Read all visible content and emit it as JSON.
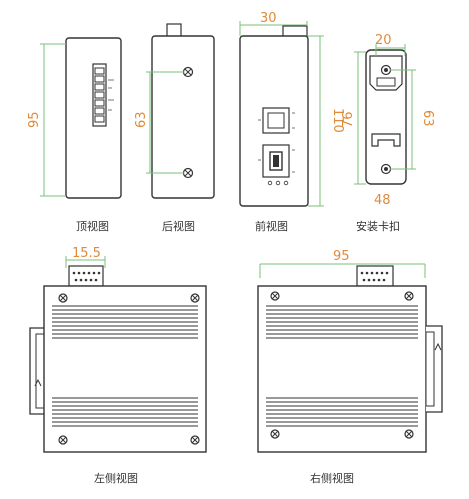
{
  "captions": {
    "top": "顶视图",
    "back": "后视图",
    "front": "前视图",
    "clip": "安装卡扣",
    "left": "左侧视图",
    "right": "右侧视图"
  },
  "dims": {
    "top_height": "95",
    "back_height": "63",
    "front_width": "30",
    "front_height": "110",
    "clip_width": "20",
    "clip_height_left": "76",
    "clip_height_right": "63",
    "clip_bottom": "48",
    "left_connector": "15.5",
    "right_width": "95"
  },
  "colors": {
    "dimension_text": "#e08a3a",
    "dimension_line": "#7ac07a",
    "outline": "#333333"
  }
}
